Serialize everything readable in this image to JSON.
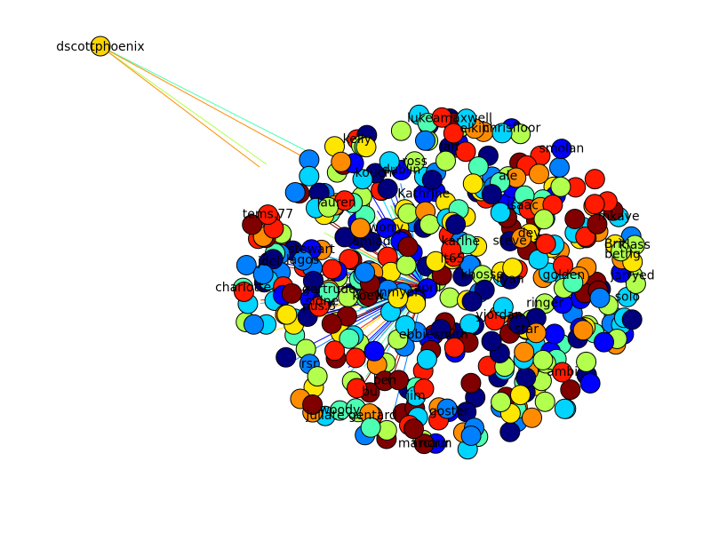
{
  "graph": {
    "hub_label": "dscottphoenix",
    "cluster_labels": [
      "lukeamaxwell",
      "mkaye",
      "golden",
      "star",
      "kelly",
      "ebbiesmith",
      "jdel",
      "lt65",
      "juliate",
      "Kathrine",
      "lauren",
      "nmyers",
      "Brit",
      "jarryed",
      "woody",
      "ringer",
      "dublin",
      "worry",
      "charlotte",
      "kouchi",
      "gentard",
      "norm",
      "yjordan",
      "april",
      "bu",
      "karlhe",
      "khosse",
      "goster",
      "klass",
      "stewart",
      "steve",
      "isaac",
      "ale",
      "chrisfloor",
      "jan",
      "solo",
      "bethg",
      "dey",
      "ross",
      "smolan",
      "gertrude",
      "sidne",
      "amiad",
      "ambi",
      "marcaur",
      "koew",
      "jim",
      "rsr",
      "ryan",
      "lagos",
      "pus.3",
      "tems.77",
      "elkin",
      "ben"
    ],
    "node_colors": [
      "#00007f",
      "#0000ff",
      "#0080ff",
      "#00d4ff",
      "#4dffb2",
      "#b2ff4d",
      "#ffe600",
      "#ff8c00",
      "#ff1a00",
      "#800000"
    ],
    "edge_colors": [
      "#4dffb2",
      "#b2ff4d",
      "#ff8c00"
    ]
  }
}
